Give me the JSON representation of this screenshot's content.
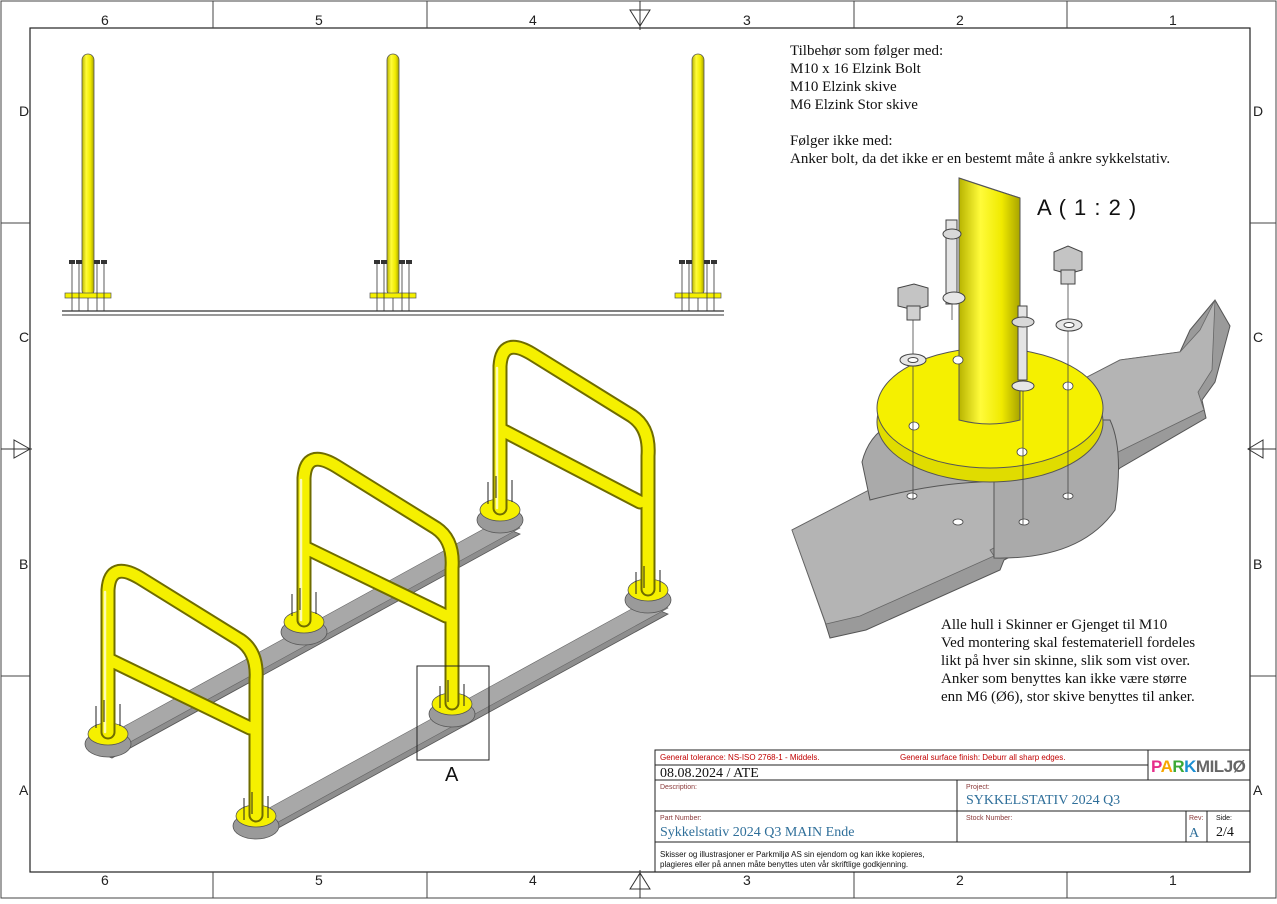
{
  "zones": {
    "top": [
      "6",
      "5",
      "4",
      "3",
      "2",
      "1"
    ],
    "bottom": [
      "6",
      "5",
      "4",
      "3",
      "2",
      "1"
    ],
    "left": [
      "D",
      "C",
      "B",
      "A"
    ],
    "right": [
      "D",
      "C",
      "B",
      "A"
    ]
  },
  "accessories": {
    "heading": "Tilbehør som følger med:",
    "items": [
      "M10 x 16 Elzink Bolt",
      "M10 Elzink skive",
      "M6 Elzink Stor skive"
    ],
    "not_included_heading": "Følger ikke med:",
    "not_included_text": "Anker bolt, da det ikke er en bestemt måte å ankre sykkelstativ."
  },
  "detail": {
    "label": "A ( 1 : 2 )",
    "callout": "A"
  },
  "mounting_notes": [
    "Alle hull i Skinner er Gjenget til M10",
    "Ved montering skal festemateriell fordeles",
    "likt på hver sin skinne, slik som vist over.",
    "Anker som benyttes kan ikke være større",
    "enn M6 (Ø6), stor skive benyttes til anker."
  ],
  "title_block": {
    "tolerance": "General tolerance: NS-ISO 2768-1 - Middels.",
    "surface": "General surface finish: Deburr all sharp edges.",
    "date_author": "08.08.2024 / ATE",
    "description_label": "Description:",
    "project_label": "Project:",
    "project": "SYKKELSTATIV 2024 Q3",
    "part_label": "Part Number:",
    "part": "Sykkelstativ 2024 Q3 MAIN Ende",
    "stock_label": "Stock Number:",
    "rev_label": "Rev:",
    "rev": "A",
    "side_label": "Side:",
    "side": "2/4",
    "disclaimer": [
      "Skisser og illustrasjoner er Parkmiljø AS sin ejendom og kan ikke kopieres,",
      "plagieres eller på annen måte benyttes uten vår skriftlige godkjenning."
    ],
    "logo": {
      "p1": "P",
      "p2": "A",
      "p3": "R",
      "p4": "K",
      "p5": "MILJØ"
    }
  },
  "colors": {
    "yellow": "#f5f000",
    "rail": "#8e8e8e",
    "rail_top": "#a8a8a8",
    "accent_red": "#c00000",
    "value_blue": "#2f6f9a"
  }
}
